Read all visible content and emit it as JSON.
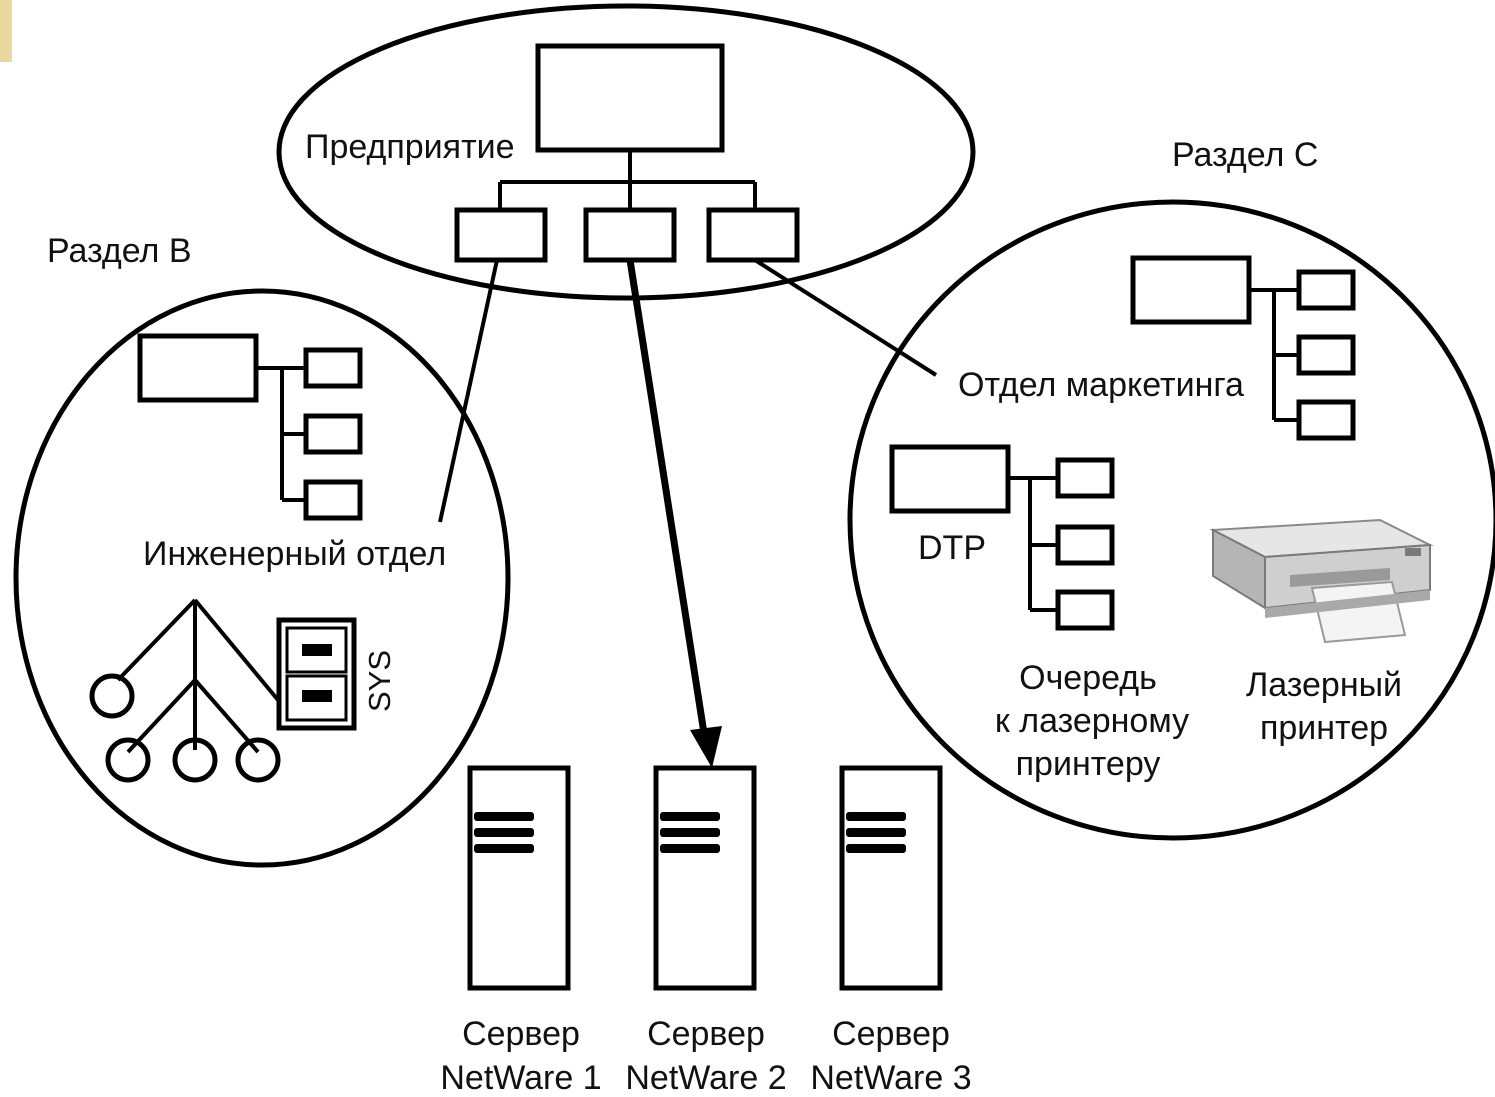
{
  "labels": {
    "enterprise": "Предприятие",
    "section_b": "Раздел B",
    "section_c": "Раздел C",
    "engineering": "Инженерный отдел",
    "marketing": "Отдел маркетинга",
    "sys": "SYS",
    "dtp": "DTP",
    "queue": [
      "Очередь",
      "к лазерному",
      "принтеру"
    ],
    "printer": [
      "Лазерный",
      "принтер"
    ],
    "servers": [
      [
        "Сервер",
        "NetWare 1"
      ],
      [
        "Сервер",
        "NetWare 2"
      ],
      [
        "Сервер",
        "NetWare 3"
      ]
    ]
  },
  "colors": {
    "stroke": "#000000",
    "background": "#ffffff",
    "corner_accent": "#e8d9a0",
    "printer_body": "#c9c9c9"
  }
}
